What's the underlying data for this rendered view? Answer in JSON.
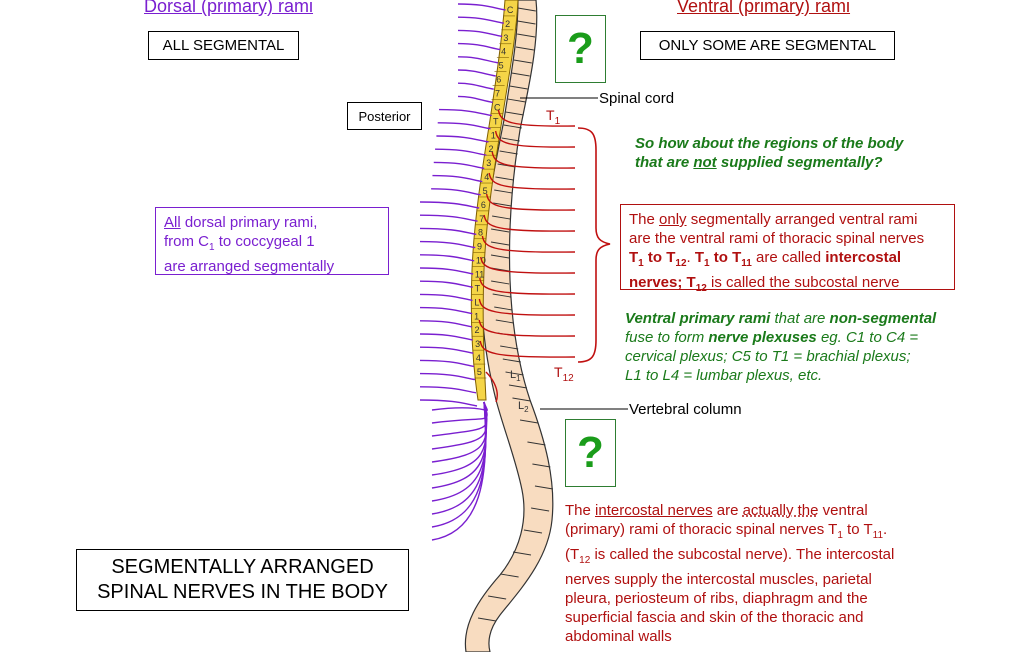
{
  "headers": {
    "dorsal": "Dorsal (primary) rami",
    "ventral": "Ventral (primary) rami"
  },
  "boxes": {
    "all_segmental": "ALL SEGMENTAL",
    "only_some": "ONLY SOME ARE SEGMENTAL",
    "posterior": "Posterior",
    "segmentally_arranged_line1": "SEGMENTALLY ARRANGED",
    "segmentally_arranged_line2": "SPINAL NERVES IN THE BODY",
    "question_mark": "?"
  },
  "labels": {
    "spinal_cord": "Spinal cord",
    "vertebral_column": "Vertebral column",
    "t_letter": "T",
    "t1_sub": "1",
    "t12_sub": "12",
    "l_letter": "L",
    "l1_sub": "1",
    "l2_sub": "2"
  },
  "segment_labels": [
    "C",
    "2",
    "3",
    "4",
    "5",
    "6",
    "7",
    "C",
    "T",
    "1",
    "2",
    "3",
    "4",
    "5",
    "6",
    "7",
    "8",
    "9",
    "10",
    "11",
    "T",
    "L",
    "1",
    "2",
    "3",
    "4",
    "5"
  ],
  "dorsal_note": {
    "all": "All",
    "line1_rest": " dorsal primary rami,",
    "line2_a": "from C",
    "line2_sub": "1",
    "line2_b": " to coccygeal 1",
    "line3": "are arranged segmentally"
  },
  "question_note": {
    "line1": "So how about the regions of the body",
    "line2_a": "that are ",
    "line2_not": "not",
    "line2_b": " supplied segmentally?"
  },
  "only_note": {
    "the": "The ",
    "only": "only",
    "line1_rest": " segmentally arranged ventral rami",
    "line2": "are the ventral rami of thoracic spinal nerves",
    "t": "T",
    "s1": "1",
    "s12": "12",
    "s11": "11",
    "to": " to ",
    "dot": ". ",
    "are_called": " are called ",
    "intercostal": "intercostal",
    "nerves": "nerves; ",
    "subcostal": " is called the subcostal nerve"
  },
  "plexus_note": {
    "vpr": "Ventral primary rami",
    "that_are": " that are ",
    "non_segmental": "non-segmental",
    "fuse": "fuse to form ",
    "plexuses": "nerve plexuses",
    "line2_rest": " eg. C1 to C4 =",
    "line3": "cervical plexus; C5 to T1 = brachial plexus;",
    "line4": "L1 to L4 = lumbar plexus, etc."
  },
  "intercostal_note": {
    "the": "The ",
    "intercostal_nerves": "intercostal nerves",
    "are": " are ",
    "actually_the": "actually the",
    "line1_rest": " ventral",
    "line2_a": "(primary) rami of thoracic spinal nerves T",
    "line2_s1": "1",
    "line2_to": " to T",
    "line2_s11": "11",
    "line2_end": ".",
    "line3_a": "(T",
    "line3_s12": "12",
    "line3_b": " is called the subcostal nerve). The intercostal",
    "line4": "nerves supply the intercostal muscles, parietal",
    "line5": "pleura, periosteum of ribs, diaphragm and the",
    "line6": "superficial fascia and skin of the thoracic and",
    "line7": "abdominal walls"
  },
  "colors": {
    "dorsal": "#7a1fd0",
    "ventral": "#b01010",
    "green": "#1a7a1a",
    "cord": "#f5d547",
    "vertebra": "#f8dcc0"
  }
}
